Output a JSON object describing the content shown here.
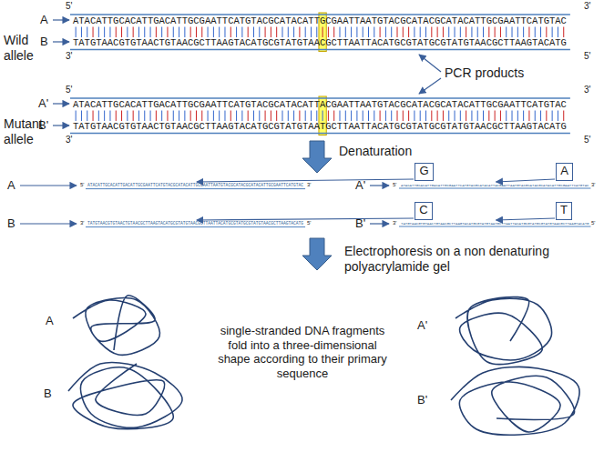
{
  "diagram": {
    "nodes": [
      {
        "text": [
          "G"
        ]
      },
      {
        "text": [
          "C"
        ]
      },
      {
        "text": [
          "A"
        ]
      },
      {
        "text": [
          "T"
        ]
      }
    ],
    "labels": [
      "Wild allele",
      "A",
      "B",
      "5'",
      "3'",
      "3'",
      "5'",
      "ATACATTGCACATTGACATTGCGAATTCATGTACGCATACATTGCGAATTAATGTACGCATACGCATACATTGCGAATTCATGTAC",
      "TATGTAACGTGTAACTGTAACGCTTAAGTACATGCGTATGTAACGCTTAATTACATGCGTATGCGTATGTAACGCTTAAGTACATG",
      "Mutant allele",
      "A'",
      "B'",
      "5'",
      "3'",
      "3'",
      "5'",
      "ATACATTGCACATTGACATTGCGAATTCATGTACGCATACATTACGAATTAATGTACGCATACGCATACATTGCGAATTCATGTAC",
      "TATGTAACGTGTAACTGTAACGCTTAAGTACATGCGTATGTAATGCTTAATTACATGCGTATGCGTATGTAACGCTTAAGTACATG",
      "PCR products",
      "Denaturation",
      "A",
      "B",
      "5'",
      "3'",
      "3'",
      "5'",
      "ATACATTGCACATTGACATTGCGAATTCATGTACGCATACATTGCGAATTAATGTACGCATACGCATACATTGCGAATTCATGTAC",
      "TATGTAACGTGTAACTGTAACGCTTAAGTACATGCGTATGTAACGCTTAATTACATGCGTATGCGTATGTAACGCTTAAGTACATG",
      "A'",
      "B'",
      "5'",
      "3'",
      "3'",
      "5'",
      "ATACATTGCACATTGACATTGCGAATTCATGTACGCATACATTACGAATTAATGTACGCATACGCATACATTGCGAATTCATGTAC",
      "TATGTAACGTGTAACTGTAACGCTTAAGTACATGCGTATGTAATGCTTAATTACATGCGTATGCGTATGTAACGCTTAAGTACATG",
      "Electrophoresis on a non denaturing polyacrylamide gel",
      "A",
      "B",
      "single-stranded DNA fragments fold into a three-dimensional shape according to their primary sequence",
      "A'",
      "B'"
    ]
  }
}
